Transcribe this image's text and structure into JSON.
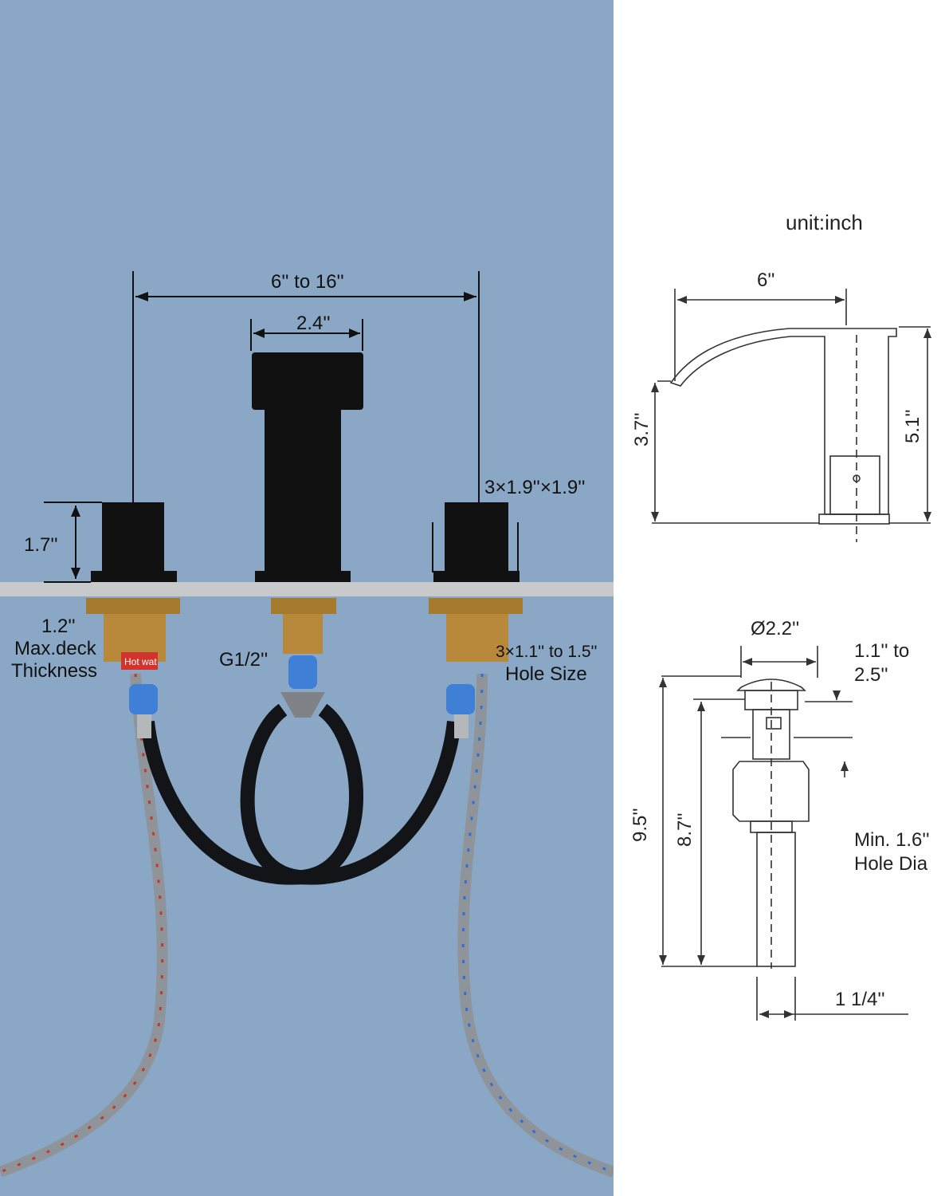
{
  "photo": {
    "labels": {
      "spread": "6'' to 16''",
      "spout_width": "2.4''",
      "handle_size": "3×1.9''×1.9''",
      "handle_height": "1.7''",
      "deck_value": "1.2''",
      "deck_line1": "Max.deck",
      "deck_line2": "Thickness",
      "thread": "G1/2''",
      "hole_line1": "3×1.1'' to 1.5''",
      "hole_line2": "Hole Size",
      "hot_tag": "Hot wat"
    },
    "colors": {
      "background": "#8aa8c6",
      "deck": "#c7c9cb",
      "faucet": "#111111",
      "brass": "#b8893a",
      "hot_thread": "#c0392b",
      "cold_thread": "#2e6fd8",
      "connector": "#3f7fd6"
    }
  },
  "drawing": {
    "unit": "unit:inch",
    "faucet": {
      "length": "6''",
      "spout_height": "3.7''",
      "total_height": "5.1''"
    },
    "drain": {
      "diameter": "Ø2.2''",
      "range_line1": "1.1'' to",
      "range_line2": "2.5''",
      "total_length": "9.5''",
      "body_length": "8.7''",
      "hole_line1": "Min. 1.6''",
      "hole_line2": "Hole Dia",
      "tail_size": "1 1/4''"
    }
  }
}
